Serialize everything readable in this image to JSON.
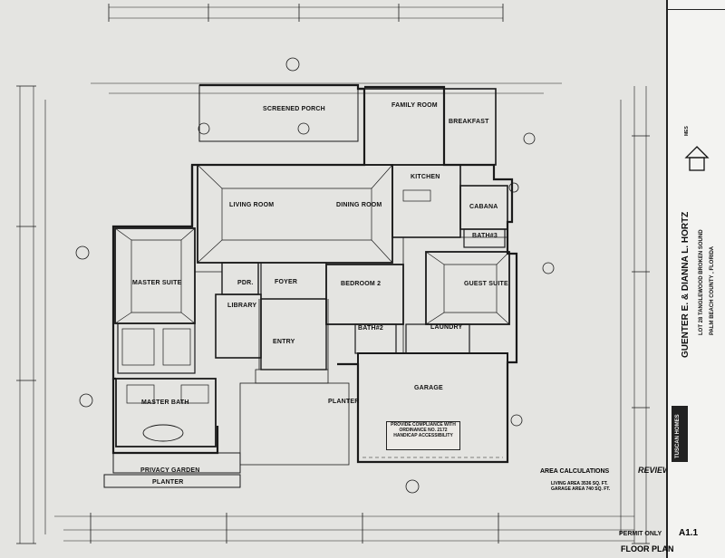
{
  "rooms": {
    "screened_porch": "SCREENED PORCH",
    "family_room": "FAMILY ROOM",
    "breakfast": "BREAKFAST",
    "kitchen": "KITCHEN",
    "living_room": "LIVING ROOM",
    "dining_room": "DINING ROOM",
    "cabana": "CABANA",
    "bath3": "BATH#3",
    "master_suite": "MASTER SUITE",
    "pdr": "PDR.",
    "foyer": "FOYER",
    "bedroom2": "BEDROOM 2",
    "guest_suite": "GUEST SUITE",
    "library": "LIBRARY",
    "bath2": "BATH#2",
    "laundry": "LAUNDRY",
    "entry": "ENTRY",
    "garage": "GARAGE",
    "master_bath": "MASTER BATH",
    "planter_center": "PLANTER",
    "privacy_garden": "PRIVACY GARDEN",
    "planter_bottom": "PLANTER"
  },
  "notice": {
    "line1": "PROVIDE COMPLIANCE WITH",
    "line2": "ORDINANCE NO. 2172",
    "line3": "HANDICAP ACCESSIBILITY"
  },
  "area": {
    "title": "AREA CALCULATIONS",
    "living": "LIVING AREA 3536 SQ. FT.",
    "garage": "GARAGE AREA  740 SQ. FT."
  },
  "stamps": {
    "reviewed": "REVIEWED",
    "permit_only": "PERMIT ONLY"
  },
  "title_block": {
    "owner": "GUENTER E. & DIANNA L. HORTZ",
    "lot": "LOT 28 TANGLEWOOD BROKEN SOUND",
    "county": "PALM BEACH COUNTY , FLORIDA",
    "builder": "TUSCAN HOMES",
    "architect": "MES",
    "sheet_number": "A1.1",
    "sheet_title": "FLOOR PLAN"
  },
  "colors": {
    "ink": "#1a1a1a",
    "paper": "#e4e4e1"
  }
}
